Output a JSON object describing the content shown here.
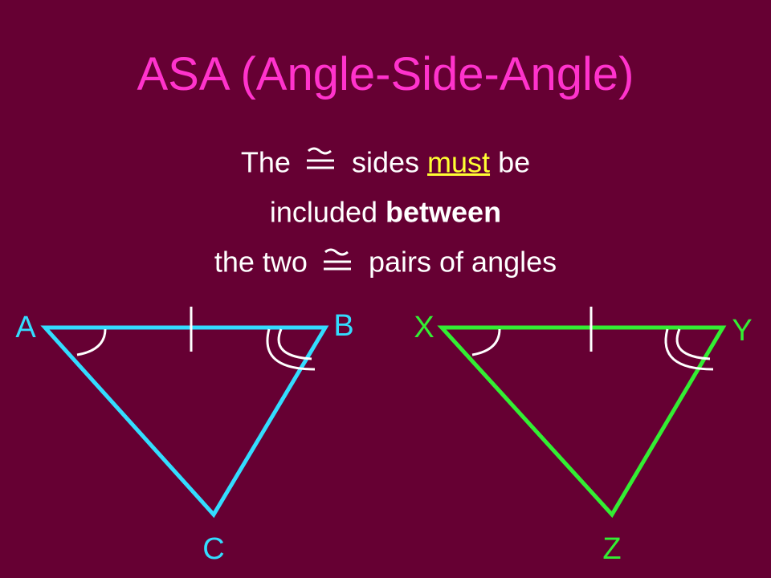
{
  "title": "ASA (Angle-Side-Angle)",
  "text": {
    "line1": {
      "before": "The",
      "after": "sides",
      "emphasis": "must",
      "end": "be"
    },
    "line2": {
      "before": "included",
      "bold": "between"
    },
    "line3": {
      "before": "the two",
      "after": "pairs of angles"
    }
  },
  "icons": {
    "congruent": "congruent-symbol-icon"
  },
  "triangles": [
    {
      "name": "triangle-abc",
      "color": "#33ddff",
      "labels": [
        "A",
        "B",
        "C"
      ]
    },
    {
      "name": "triangle-xyz",
      "color": "#33ee33",
      "labels": [
        "X",
        "Y",
        "Z"
      ]
    }
  ],
  "colors": {
    "background": "#660033",
    "title": "#ff33cc",
    "text": "#ffffff",
    "emphasis": "#ffff33",
    "marks": "#ffffff"
  }
}
